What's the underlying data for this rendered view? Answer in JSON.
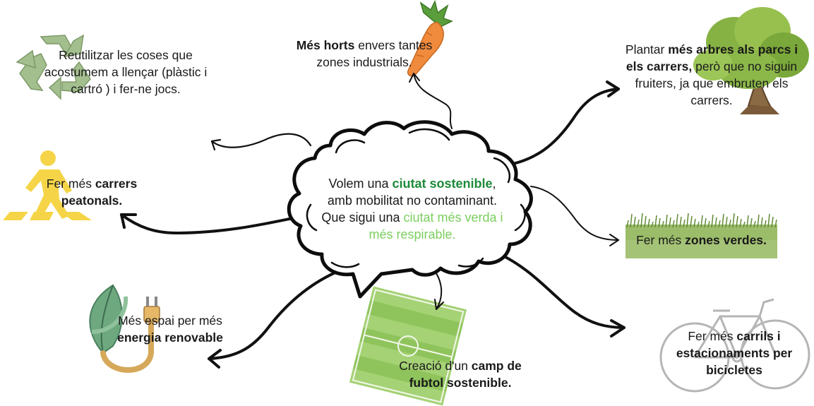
{
  "center": {
    "line1_a": "Volem una ",
    "line1_highlight": "ciutat sostenible",
    "line1_b": ",",
    "line2": "amb mobilitat no contaminant.",
    "line3_a": "Que sigui una ",
    "line3_highlight": "ciutat més verda i",
    "line4_highlight": "més respirable."
  },
  "ideas": {
    "reuse": {
      "line1": "Reutilitzar les coses que",
      "line2": "acostumem a llençar (plàstic i",
      "line3": "cartró ) i fer-ne jocs.",
      "icon": "recycle-icon"
    },
    "gardens": {
      "bold": "Més horts",
      "rest": " envers tantes",
      "line2": "zones industrials.",
      "icon": "carrot-icon"
    },
    "trees": {
      "pre": "Plantar ",
      "bold1": "més arbres als parcs i",
      "bold2": "els carrers,",
      "rest2": " però que no siguin",
      "line3": "fruiters, ja que embruten els",
      "line4": "carrers.",
      "icon": "tree-icon"
    },
    "pedestrian": {
      "pre": "Fer més ",
      "bold1": "carrers",
      "bold2": "peatonals.",
      "icon": "pedestrian-crossing-icon"
    },
    "green_zones": {
      "pre": "Fer més ",
      "bold": "zones verdes.",
      "icon": "grass-icon"
    },
    "energy": {
      "line1": "Més espai per més",
      "bold": "energia renovable",
      "icon": "leaf-plug-icon"
    },
    "football": {
      "line1_pre": "Creació d'un ",
      "line1_bold": "camp de",
      "line2_bold": "fubtol sostenible.",
      "icon": "football-field-icon"
    },
    "bikes": {
      "pre": "Fer més ",
      "bold1": "carrils i",
      "bold2": "estacionaments per",
      "bold3": "bicicletes",
      "icon": "bicycle-icon"
    }
  },
  "colors": {
    "accent_dark_green": "#1e8a3a",
    "accent_light_green": "#7bcf5e"
  }
}
